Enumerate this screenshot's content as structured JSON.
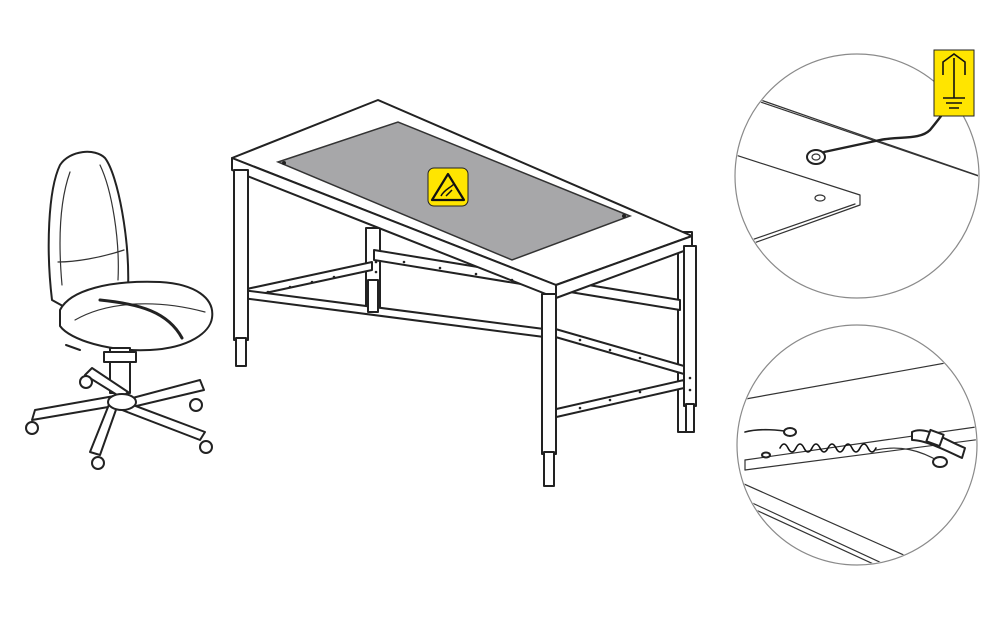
{
  "scene": {
    "items": [
      {
        "id": "chair",
        "label": ""
      },
      {
        "id": "workbench",
        "label": ""
      },
      {
        "id": "esd-mat",
        "label": ""
      },
      {
        "id": "ground-connection-detail",
        "label": ""
      },
      {
        "id": "wrist-strap-detail",
        "label": ""
      }
    ],
    "colors": {
      "esd_yellow": "#ffe500",
      "mat_gray": "#a7a7a9",
      "outline": "#222222",
      "detail_circle": "#8a8a8a"
    },
    "icons": [
      "esd-warning-icon",
      "ground-symbol-icon"
    ]
  }
}
